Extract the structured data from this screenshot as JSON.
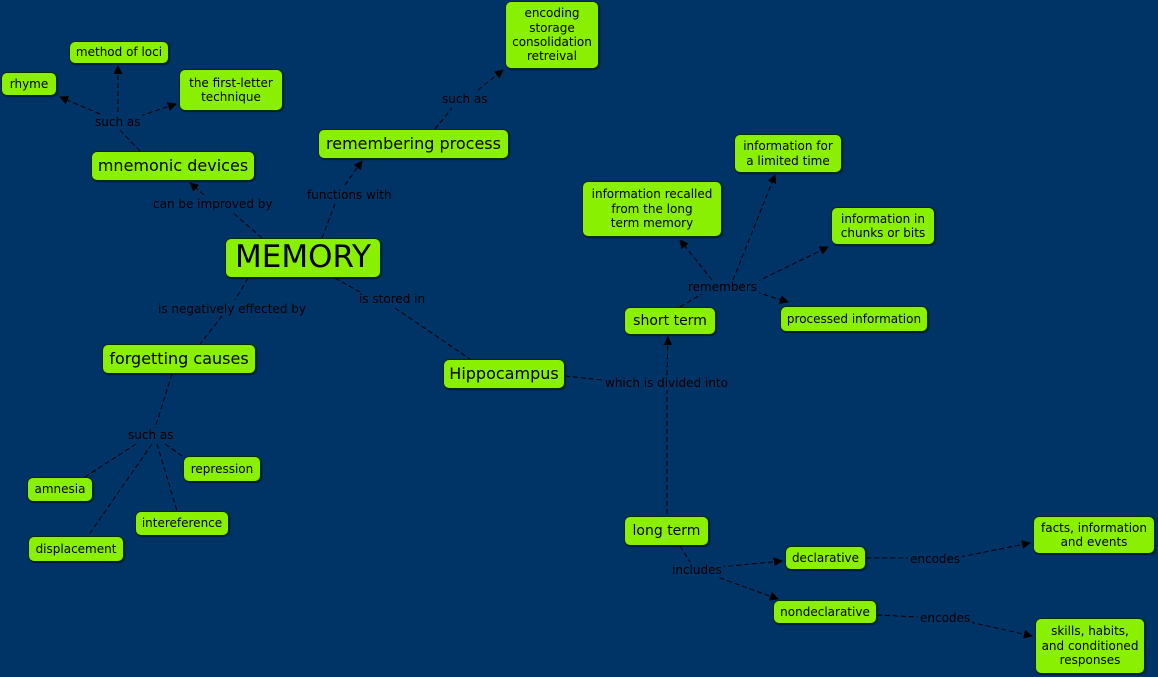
{
  "nodes": {
    "memory": "MEMORY",
    "mnemonic_devices": "mnemonic devices",
    "remembering_process": "remembering process",
    "method_of_loci": "method of loci",
    "rhyme": "rhyme",
    "first_letter": "the first-letter\ntechnique",
    "encoding_stages": "encoding\nstorage\nconsolidation\nretreival",
    "forgetting_causes": "forgetting causes",
    "hippocampus": "Hippocampus",
    "short_term": "short term",
    "long_term": "long term",
    "info_recalled": "information recalled\nfrom the long\nterm memory",
    "info_limited": "information for\na limited time",
    "info_chunks": "information in\nchunks or bits",
    "processed_info": "processed information",
    "repression": "repression",
    "amnesia": "amnesia",
    "interference": "intereference",
    "displacement": "displacement",
    "declarative": "declarative",
    "nondeclarative": "nondeclarative",
    "facts_info": "facts, information\nand events",
    "skills_habits": "skills, habits,\nand conditioned\nresponses"
  },
  "links": {
    "such_as_1": "such as",
    "such_as_2": "such as",
    "such_as_3": "such as",
    "can_be_improved_by": "can be improved by",
    "functions_with": "functions with",
    "is_negatively_effected_by": "is negatively effected by",
    "is_stored_in": "is stored in",
    "which_is_divided_into": "which is divided into",
    "remembers": "remembers",
    "includes": "includes",
    "encodes_1": "encodes",
    "encodes_2": "encodes"
  },
  "colors": {
    "background": "#003366",
    "node_fill": "#88f000",
    "connector": "#000000"
  }
}
